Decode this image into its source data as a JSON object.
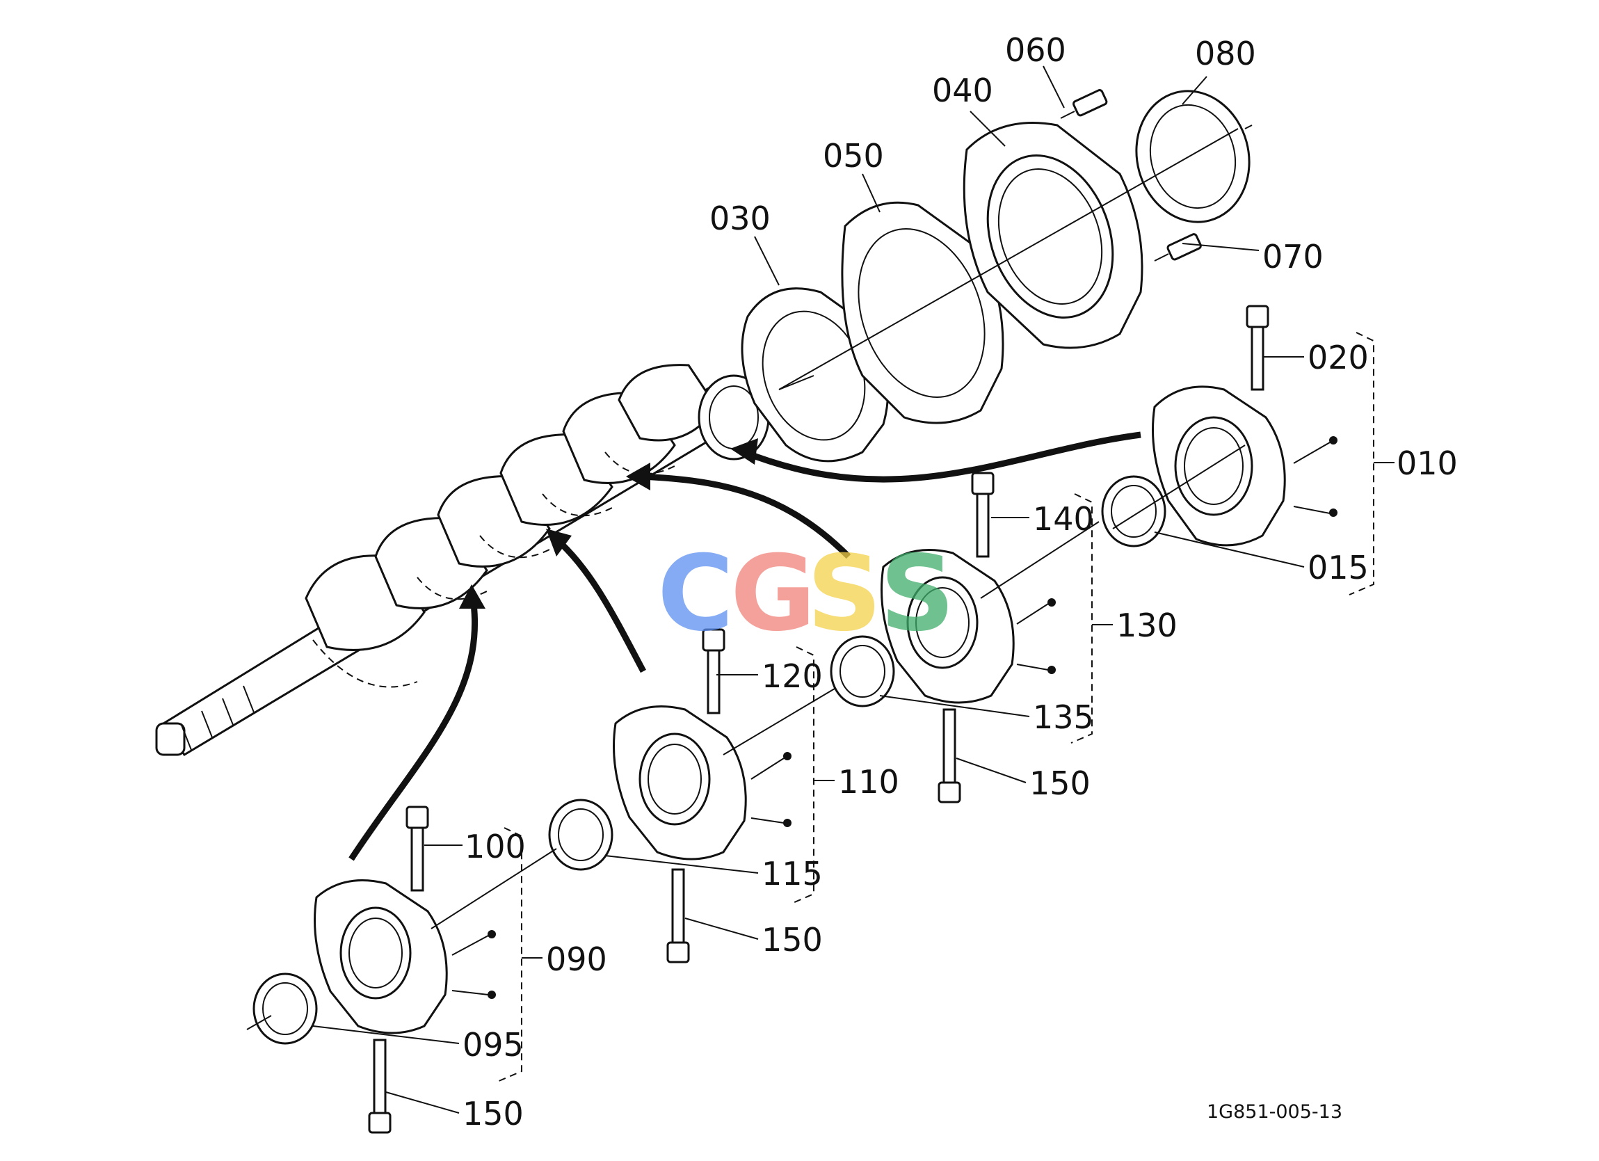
{
  "labels": {
    "l010": "010",
    "l015": "015",
    "l020": "020",
    "l030": "030",
    "l040": "040",
    "l050": "050",
    "l060": "060",
    "l070": "070",
    "l080": "080",
    "l090": "090",
    "l095": "095",
    "l100": "100",
    "l110": "110",
    "l115": "115",
    "l120": "120",
    "l130": "130",
    "l135": "135",
    "l140": "140",
    "l150a": "150",
    "l150b": "150",
    "l150c": "150"
  },
  "drawing_code": "1G851-005-13",
  "watermark": {
    "letters": [
      "C",
      "G",
      "S",
      "S"
    ],
    "colors": [
      "#5b8ff0",
      "#f2827a",
      "#f5d24a",
      "#3fae6a"
    ]
  }
}
